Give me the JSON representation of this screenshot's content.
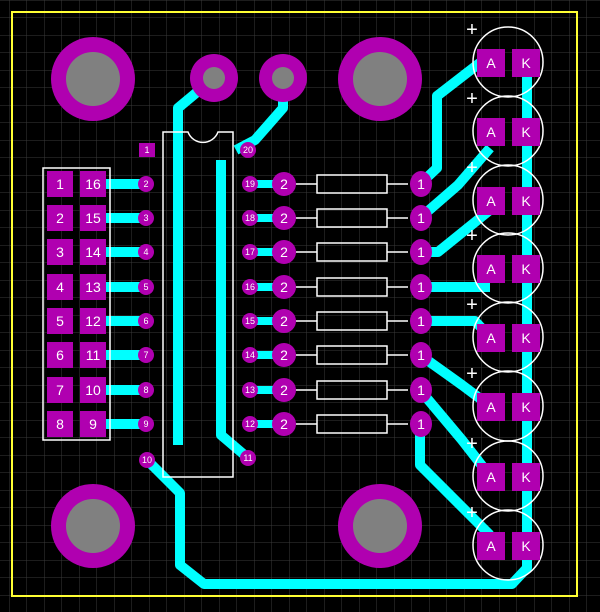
{
  "board": {
    "colors": {
      "background": "#000000",
      "grid": "#3a3a3a",
      "outline": "#ffff33",
      "trace": "#00ffff",
      "pad": "#b000b0",
      "drill": "#808080",
      "silkscreen": "#ffffff"
    }
  },
  "dip_header": {
    "left_labels": [
      "1",
      "2",
      "3",
      "4",
      "5",
      "6",
      "7",
      "8"
    ],
    "right_labels": [
      "16",
      "15",
      "14",
      "13",
      "12",
      "11",
      "10",
      "9"
    ]
  },
  "ic": {
    "left_pins": [
      "1",
      "2",
      "3",
      "4",
      "5",
      "6",
      "7",
      "8",
      "9",
      "10"
    ],
    "right_pins": [
      "20",
      "19",
      "18",
      "17",
      "16",
      "15",
      "14",
      "13",
      "12",
      "11"
    ]
  },
  "resistors": {
    "left_labels": [
      "2",
      "2",
      "2",
      "2",
      "2",
      "2",
      "2",
      "2"
    ],
    "right_labels": [
      "1",
      "1",
      "1",
      "1",
      "1",
      "1",
      "1",
      "1"
    ]
  },
  "leds": {
    "anode_label": "A",
    "cathode_label": "K",
    "count": 8,
    "polarity_mark": "+"
  }
}
